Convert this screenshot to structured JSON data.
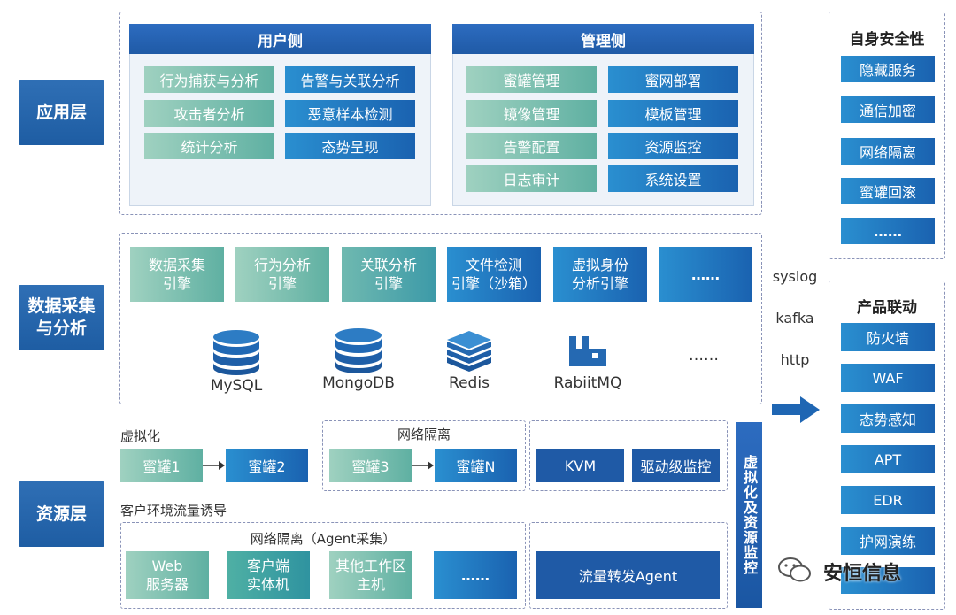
{
  "layers": {
    "application": "应用层",
    "data_collection": "数据采集\n与分析",
    "resource": "资源层"
  },
  "user_side": {
    "title": "用户侧",
    "items": [
      "行为捕获与分析",
      "告警与关联分析",
      "攻击者分析",
      "恶意样本检测",
      "统计分析",
      "态势呈现"
    ]
  },
  "admin_side": {
    "title": "管理侧",
    "items": [
      "蜜罐管理",
      "蜜网部署",
      "镜像管理",
      "模板管理",
      "告警配置",
      "资源监控",
      "日志审计",
      "系统设置"
    ]
  },
  "engines": [
    "数据采集\n引擎",
    "行为分析\n引擎",
    "关联分析\n引擎",
    "文件检测\n引擎（沙箱）",
    "虚拟身份\n分析引擎",
    "……"
  ],
  "databases": [
    "MySQL",
    "MongoDB",
    "Redis",
    "RabiitMQ",
    "……"
  ],
  "virtualization": {
    "label": "虚拟化",
    "honeypot1": "蜜罐1",
    "honeypot2": "蜜罐2",
    "net_isolation_label": "网络隔离",
    "honeypot3": "蜜罐3",
    "honeypotN": "蜜罐N",
    "kvm": "KVM",
    "driver_monitor": "驱动级监控"
  },
  "traffic": {
    "label": "客户环境流量诱导",
    "agent_label": "网络隔离（Agent采集）",
    "items": [
      "Web\n服务器",
      "客户端\n实体机",
      "其他工作区\n主机",
      "……"
    ],
    "forward_agent": "流量转发Agent"
  },
  "vertical_bar": "虚拟化及资源监控",
  "protocols": [
    "syslog",
    "kafka",
    "http"
  ],
  "self_security": {
    "title": "自身安全性",
    "items": [
      "隐藏服务",
      "通信加密",
      "网络隔离",
      "蜜罐回滚",
      "……"
    ]
  },
  "linkage": {
    "title": "产品联动",
    "items": [
      "防火墙",
      "WAF",
      "态势感知",
      "APT",
      "EDR",
      "护网演练"
    ]
  },
  "watermark": "安恒信息",
  "colors": {
    "green": "#6cb9a9",
    "blue": "#1f66b3",
    "dark_blue": "#1f5aa6"
  }
}
